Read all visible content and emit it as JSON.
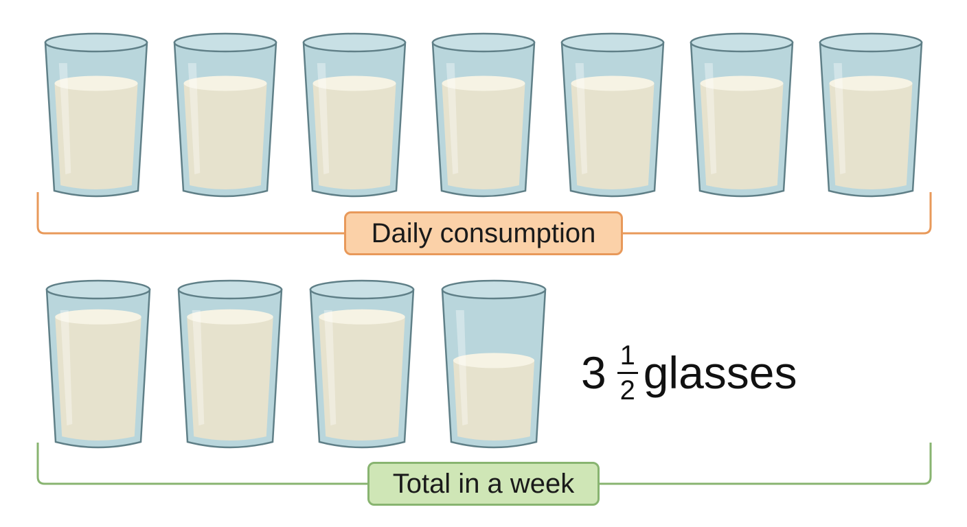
{
  "colors": {
    "glass_body": "#b9d6dc",
    "glass_rim": "#c8e0e5",
    "glass_stroke": "#5f7f87",
    "milk": "#e6e2cd",
    "milk_surface": "#f6f3e4",
    "daily_accent": "#e8995a",
    "daily_fill": "#fbd1a8",
    "total_accent": "#88b470",
    "total_fill": "#cfe6b6"
  },
  "daily": {
    "label": "Daily consumption",
    "glasses": [
      0.75,
      0.75,
      0.75,
      0.75,
      0.75,
      0.75,
      0.75
    ]
  },
  "total": {
    "label": "Total in a week",
    "glasses": [
      0.85,
      0.85,
      0.85,
      0.55
    ],
    "amount": {
      "whole": "3",
      "numerator": "1",
      "denominator": "2",
      "unit": "glasses"
    }
  }
}
